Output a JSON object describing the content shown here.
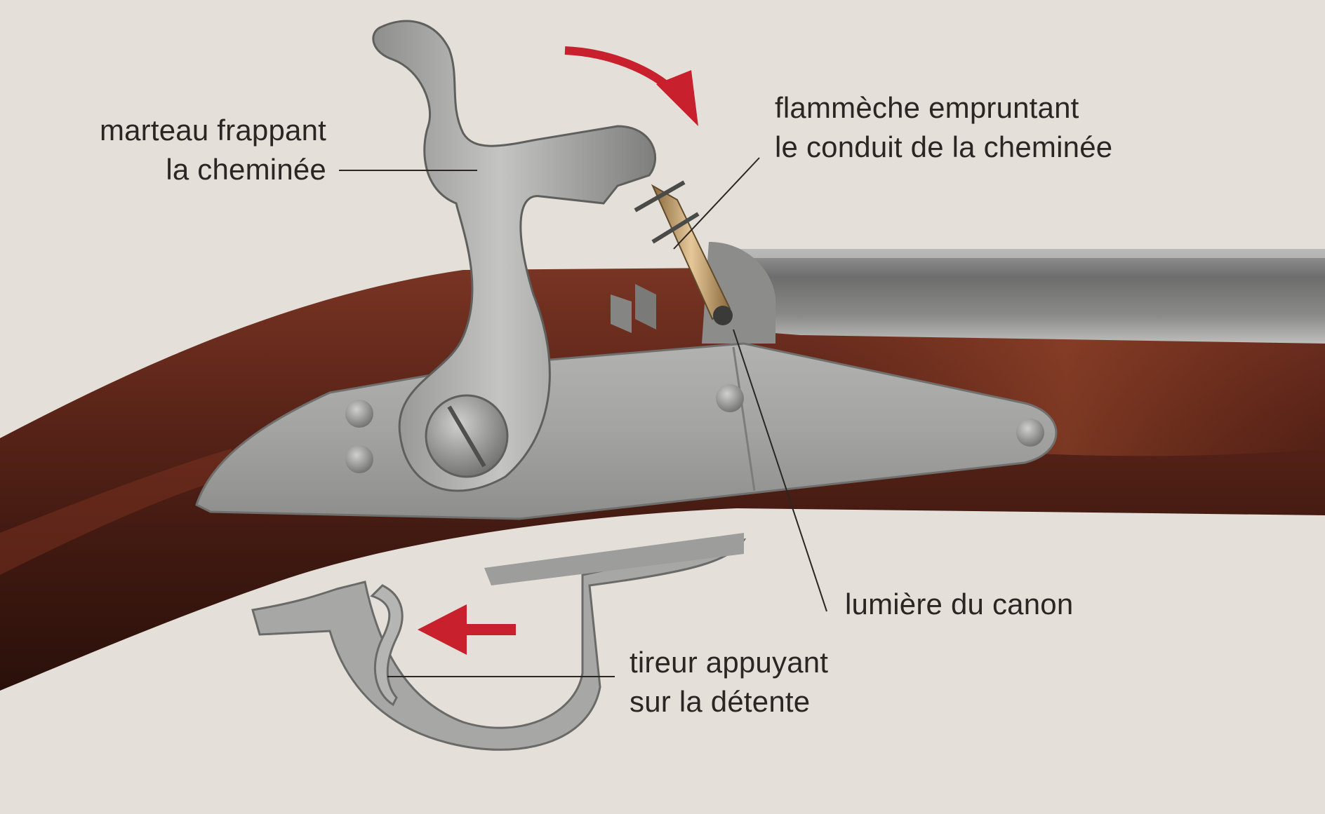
{
  "labels": {
    "hammer": {
      "line1": "marteau frappant",
      "line2": "la cheminée"
    },
    "flash": {
      "line1": "flammèche empruntant",
      "line2": "le conduit de la cheminée"
    },
    "touch_hole": {
      "line1": "lumière du canon"
    },
    "trigger": {
      "line1": "tireur appuyant",
      "line2": "sur la détente"
    }
  },
  "colors": {
    "background": "#e4e0d9",
    "arrow": "#c8202c",
    "wood": "#5a2418",
    "steel": "#a9a9a7",
    "leader": "#2b2523"
  }
}
